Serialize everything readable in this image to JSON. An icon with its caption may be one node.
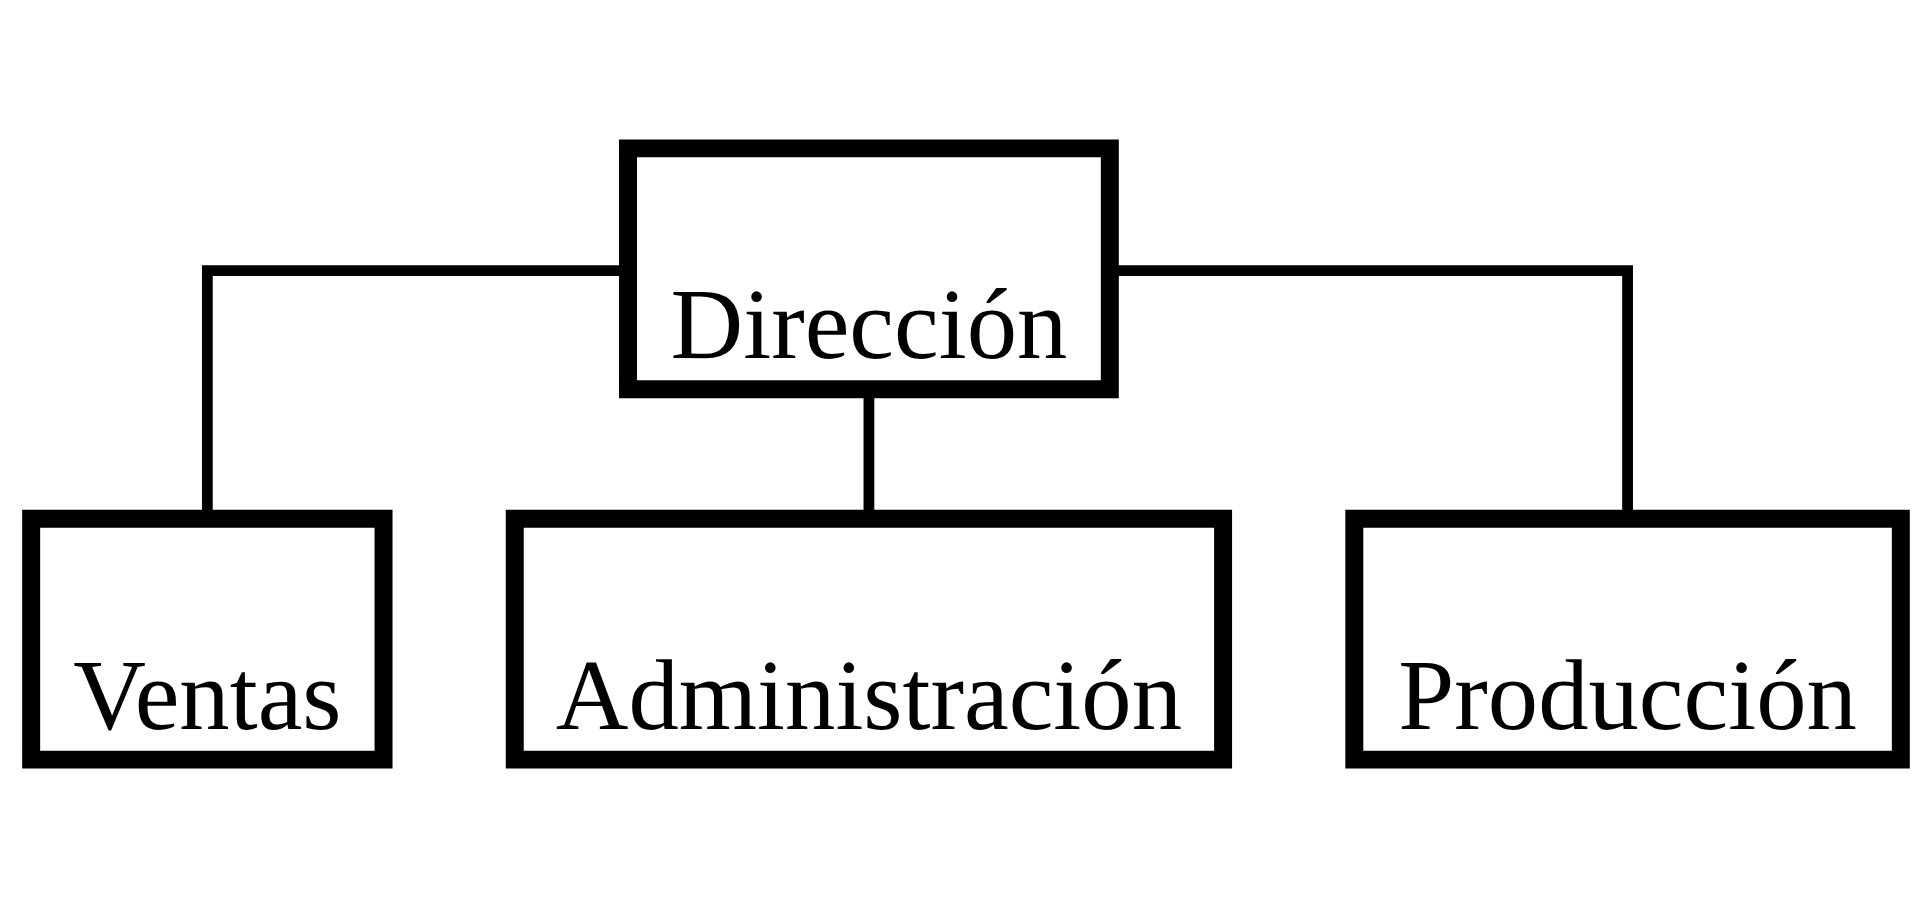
{
  "diagram": {
    "nodes": [
      {
        "text": [
          "Dirección"
        ]
      },
      {
        "text": [
          "Ventas"
        ]
      },
      {
        "text": [
          "Administración"
        ]
      },
      {
        "text": [
          "Producción"
        ]
      }
    ],
    "edges": [
      {
        "from": 0,
        "to": 1,
        "arrow": "none"
      },
      {
        "from": 0,
        "to": 2,
        "arrow": "none"
      },
      {
        "from": 0,
        "to": 3,
        "arrow": "none"
      }
    ]
  }
}
